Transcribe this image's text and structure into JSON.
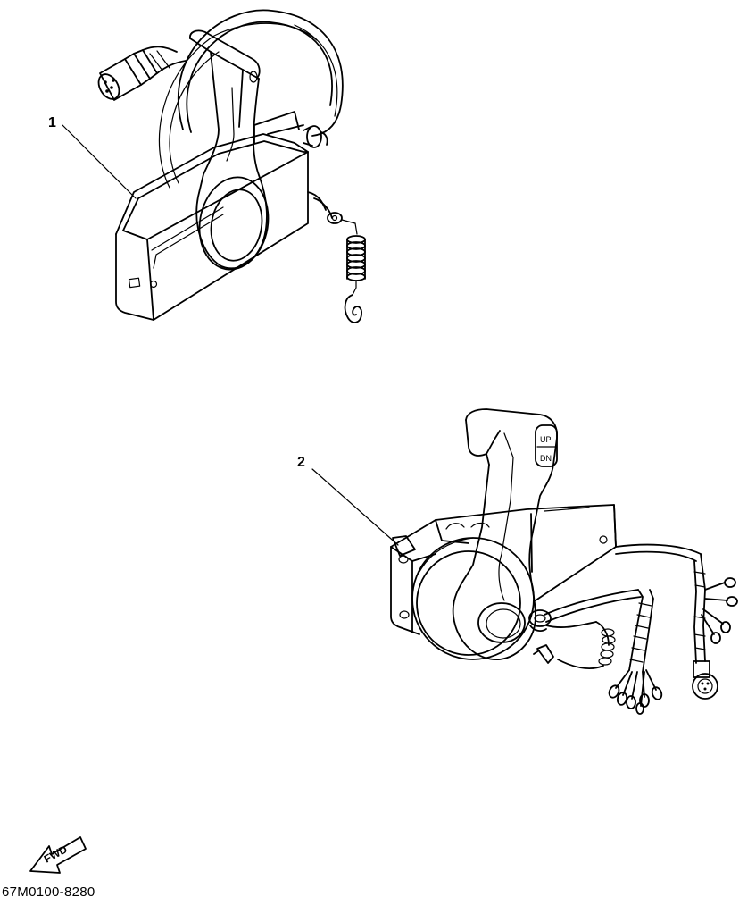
{
  "callouts": {
    "part1": "1",
    "part2": "2"
  },
  "switch_labels": {
    "up": "UP",
    "down": "DN"
  },
  "direction_arrow": {
    "label": "FWD"
  },
  "figure_code": "67M0100-8280",
  "colors": {
    "line": "#000000",
    "background": "#ffffff"
  }
}
